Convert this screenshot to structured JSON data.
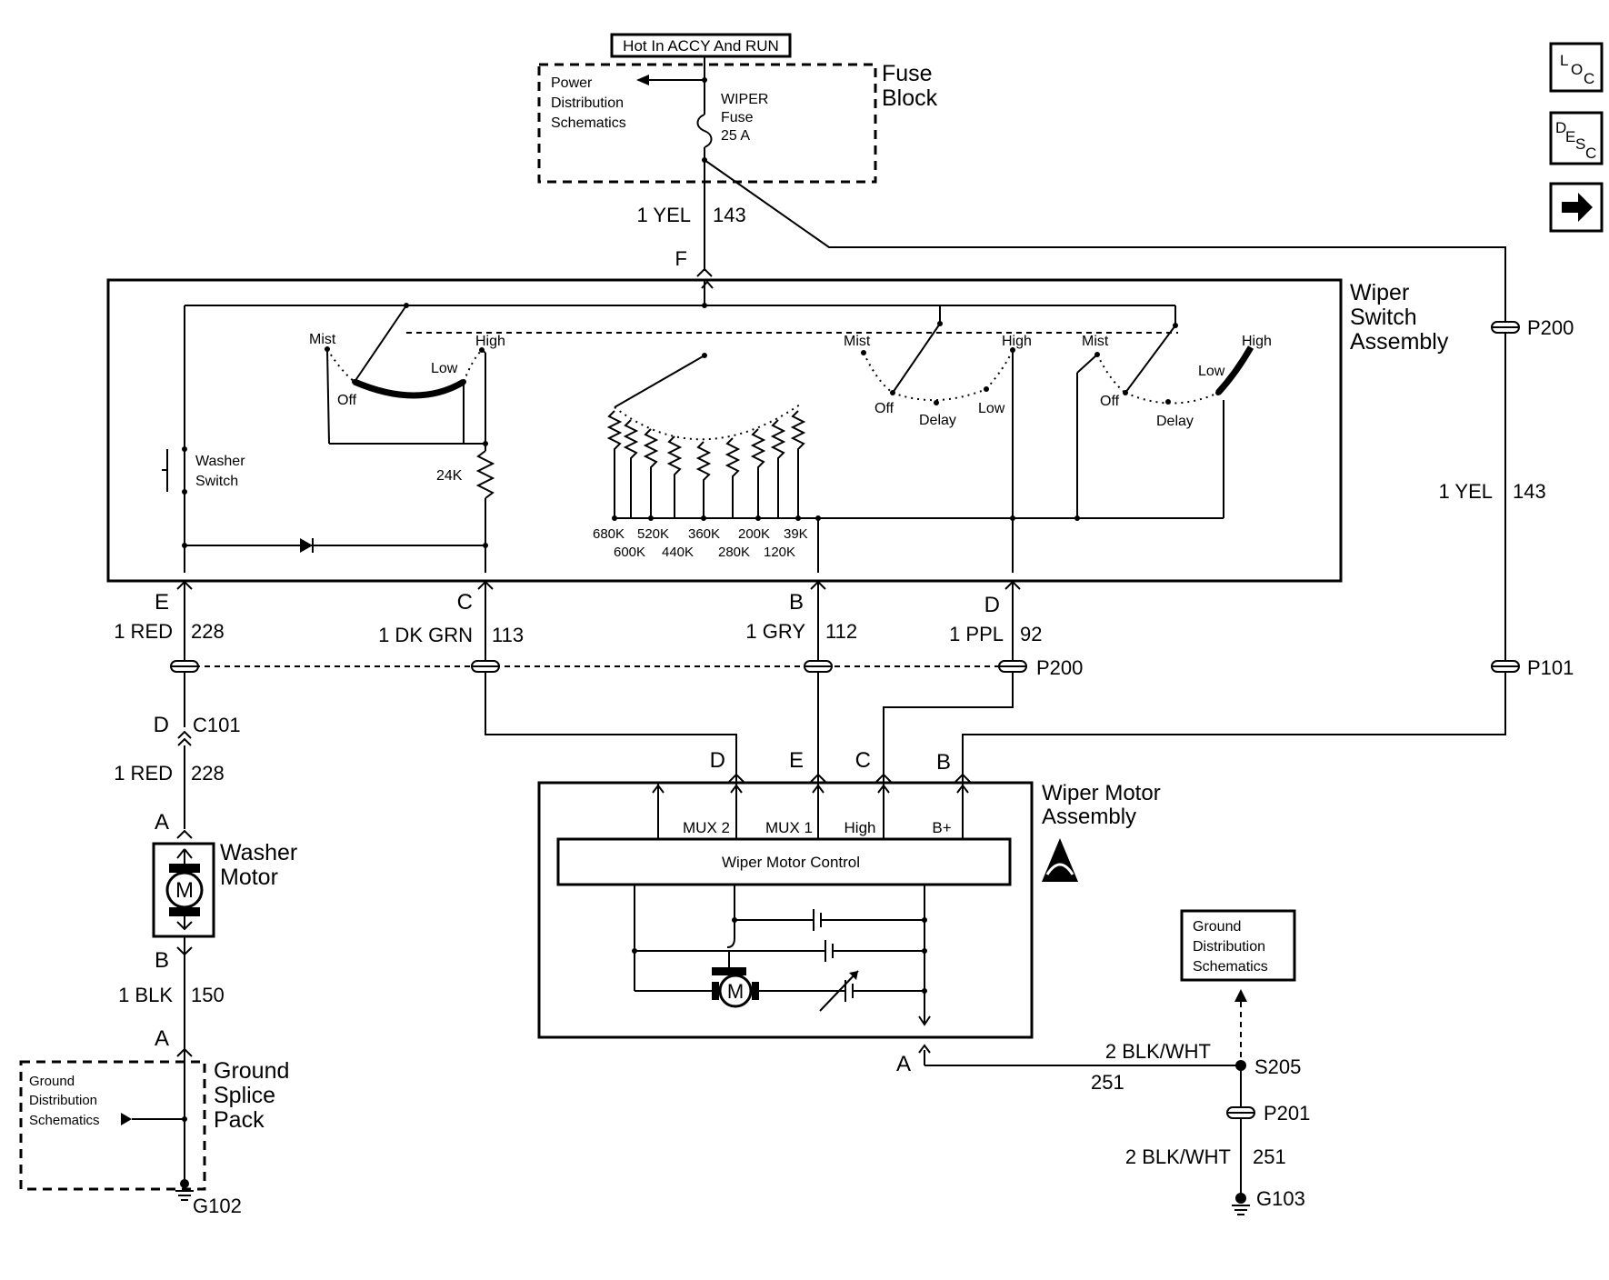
{
  "supply": {
    "hot_label": "Hot In ACCY And RUN",
    "fuse_block_line1": "Fuse",
    "fuse_block_line2": "Block",
    "power_dist_line1": "Power",
    "power_dist_line2": "Distribution",
    "power_dist_line3": "Schematics",
    "fuse_line1": "WIPER",
    "fuse_line2": "Fuse",
    "fuse_line3": "25 A",
    "wire_top_color": "1 YEL",
    "wire_top_circuit": "143",
    "connector_f": "F"
  },
  "nav": {
    "loc_a": "L",
    "loc_b": "O",
    "loc_c": "C",
    "desc_a": "D",
    "desc_b": "E",
    "desc_c": "S",
    "desc_d": "C",
    "next_arrow": "➜"
  },
  "wiper_switch": {
    "title_line1": "Wiper",
    "title_line2": "Switch",
    "title_line3": "Assembly",
    "left_mist": "Mist",
    "left_high": "High",
    "left_low": "Low",
    "left_off": "Off",
    "mid_mist": "Mist",
    "mid_high": "High",
    "mid_off": "Off",
    "mid_delay": "Delay",
    "mid_low": "Low",
    "right_mist": "Mist",
    "right_high": "High",
    "right_low": "Low",
    "right_off": "Off",
    "right_delay": "Delay",
    "washer_line1": "Washer",
    "washer_line2": "Switch",
    "r24k": "24K",
    "res_top_row": [
      "680K",
      "520K",
      "360K",
      "200K",
      "39K"
    ],
    "res_bottom_row": [
      "600K",
      "440K",
      "280K",
      "120K"
    ]
  },
  "harness": {
    "conn_e": "E",
    "conn_c": "C",
    "conn_b": "B",
    "conn_d": "D",
    "e_color": "1 RED",
    "e_circuit": "228",
    "c_color": "1 DK GRN",
    "c_circuit": "113",
    "b_color": "1 GRY",
    "b_circuit": "112",
    "d_color": "1 PPL",
    "d_circuit": "92",
    "p200_lower": "P200",
    "p200_upper": "P200",
    "p101": "P101",
    "right_color": "1 YEL",
    "right_circuit": "143"
  },
  "washer": {
    "c101_pin": "D",
    "c101": "C101",
    "wire_color": "1 RED",
    "wire_circuit": "228",
    "pin_a": "A",
    "pin_b": "B",
    "motor_line1": "Washer",
    "motor_line2": "Motor",
    "motor_symbol": "M",
    "gnd_color": "1 BLK",
    "gnd_circuit": "150",
    "splice_pin_a": "A",
    "gnd_dist_line1": "Ground",
    "gnd_dist_line2": "Distribution",
    "gnd_dist_line3": "Schematics",
    "splice_line1": "Ground",
    "splice_line2": "Splice",
    "splice_line3": "Pack",
    "ground": "G102"
  },
  "wiper_motor": {
    "pin_d": "D",
    "pin_e": "E",
    "pin_c": "C",
    "pin_b": "B",
    "mux2": "MUX 2",
    "mux1": "MUX 1",
    "high": "High",
    "bplus": "B+",
    "control": "Wiper Motor Control",
    "title_line1": "Wiper Motor",
    "title_line2": "Assembly",
    "motor_symbol": "M",
    "pin_a": "A"
  },
  "ground_right": {
    "dist_line1": "Ground",
    "dist_line2": "Distribution",
    "dist_line3": "Schematics",
    "wire_color": "2 BLK/WHT",
    "wire_circuit": "251",
    "splice": "S205",
    "p201": "P201",
    "wire_color2": "2 BLK/WHT",
    "wire_circuit2": "251",
    "ground": "G103"
  }
}
